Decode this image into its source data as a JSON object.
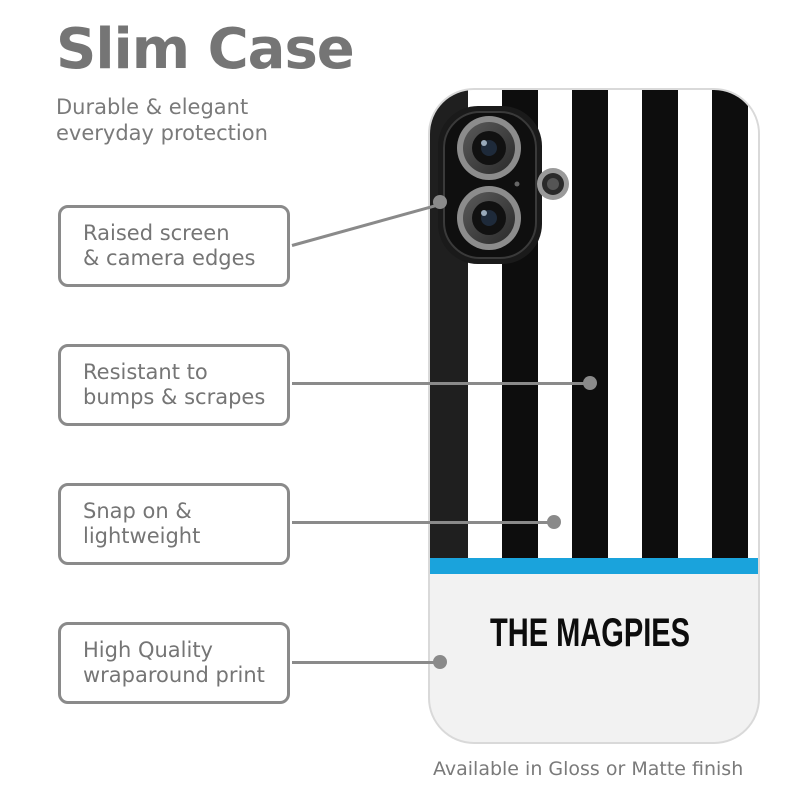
{
  "header": {
    "title": "Slim Case",
    "subtitle_line1": "Durable & elegant",
    "subtitle_line2": "everyday protection"
  },
  "features": [
    {
      "line1": "Raised screen",
      "line2": "& camera edges"
    },
    {
      "line1": "Resistant to",
      "line2": "bumps & scrapes"
    },
    {
      "line1": "Snap on &",
      "line2": "lightweight"
    },
    {
      "line1": "High Quality",
      "line2": "wraparound print"
    }
  ],
  "product": {
    "print_text": "THE MAGPIES",
    "stripe_dark": "#0d0d0d",
    "stripe_light": "#ffffff",
    "accent_band": "#1aa3dc",
    "case_color": "#f2f2f2"
  },
  "footer": {
    "text": "Available in Gloss or Matte finish"
  },
  "colors": {
    "text_gray": "#757575",
    "outline_gray": "#8a8a8a"
  }
}
